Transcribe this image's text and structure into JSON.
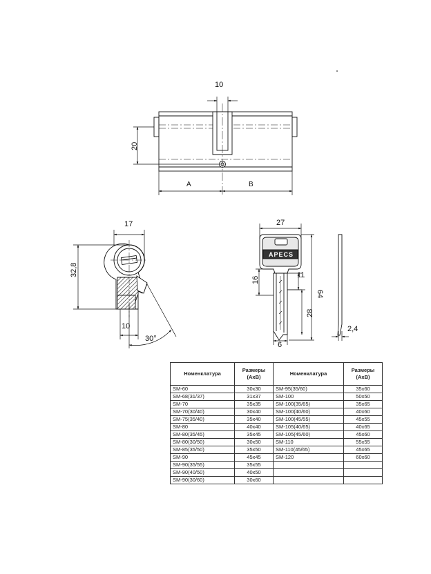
{
  "drawing": {
    "front_view": {
      "dim_top": "10",
      "dim_height": "20",
      "dim_a": "A",
      "dim_b": "B"
    },
    "side_view": {
      "dim_width": "17",
      "dim_height": "32,8",
      "dim_cam": "10",
      "dim_angle": "30°"
    },
    "key_view": {
      "dim_width": "27",
      "dim_length": "64",
      "dim_11": "11",
      "dim_16": "16",
      "dim_28": "28",
      "dim_6": "6",
      "brand": "APECS"
    },
    "key_edge_view": {
      "dim_thickness": "2,4"
    }
  },
  "table": {
    "headers": [
      "Номенклатура",
      "Размеры (АхВ)",
      "Номенклатура",
      "Размеры (АхВ)"
    ],
    "rows": [
      [
        "SM-60",
        "30x30",
        "SM-95(35/60)",
        "35x60"
      ],
      [
        "SM-68(31/37)",
        "31x37",
        "SM-100",
        "50x50"
      ],
      [
        "SM-70",
        "35x35",
        "SM-100(35/65)",
        "35x65"
      ],
      [
        "SM-70(30/40)",
        "30x40",
        "SM-100(40/60)",
        "40x60"
      ],
      [
        "SM-75(35/40)",
        "35x40",
        "SM-100(45/55)",
        "45x55"
      ],
      [
        "SM-80",
        "40x40",
        "SM-105(40/65)",
        "40x65"
      ],
      [
        "SM-80(35/45)",
        "35x45",
        "SM-105(45/60)",
        "45x60"
      ],
      [
        "SM-80(30/50)",
        "30x50",
        "SM-110",
        "55x55"
      ],
      [
        "SM-85(35/50)",
        "35x50",
        "SM-110(45/65)",
        "45x65"
      ],
      [
        "SM-90",
        "45x45",
        "SM-120",
        "60x60"
      ],
      [
        "SM-90(35/55)",
        "35x55",
        "",
        ""
      ],
      [
        "SM-90(40/50)",
        "40x50",
        "",
        ""
      ],
      [
        "SM-90(30/60)",
        "30x60",
        "",
        ""
      ]
    ]
  }
}
